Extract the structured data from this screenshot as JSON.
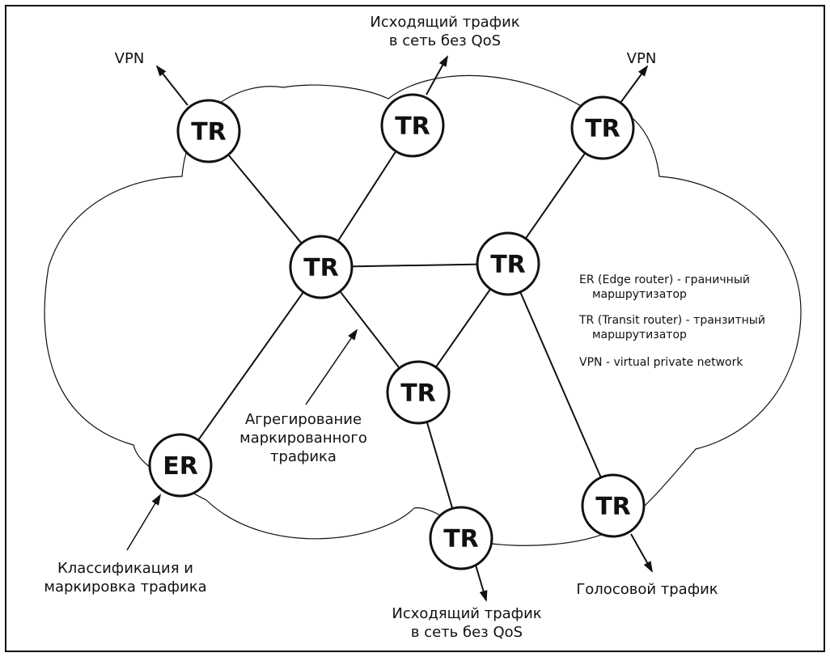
{
  "colors": {
    "stroke": "#111111",
    "background": "#ffffff"
  },
  "nodes": [
    {
      "id": "tr-vpn-left",
      "label": "TR"
    },
    {
      "id": "tr-top-center",
      "label": "TR"
    },
    {
      "id": "tr-vpn-right",
      "label": "TR"
    },
    {
      "id": "tr-core-left",
      "label": "TR"
    },
    {
      "id": "tr-core-right",
      "label": "TR"
    },
    {
      "id": "tr-middle",
      "label": "TR"
    },
    {
      "id": "er",
      "label": "ER"
    },
    {
      "id": "tr-bottom-center",
      "label": "TR"
    },
    {
      "id": "tr-bottom-right",
      "label": "TR"
    }
  ],
  "edges": [
    [
      "tr-vpn-left",
      "tr-core-left"
    ],
    [
      "tr-top-center",
      "tr-core-left"
    ],
    [
      "tr-core-left",
      "tr-core-right"
    ],
    [
      "tr-vpn-right",
      "tr-core-right"
    ],
    [
      "tr-core-left",
      "tr-middle"
    ],
    [
      "tr-core-right",
      "tr-middle"
    ],
    [
      "tr-core-left",
      "er"
    ],
    [
      "tr-middle",
      "tr-bottom-center"
    ],
    [
      "tr-core-right",
      "tr-bottom-right"
    ]
  ],
  "labels": {
    "vpn_left": "VPN",
    "vpn_right": "VPN",
    "top_outgoing": [
      "Исходящий трафик",
      "в сеть без QoS"
    ],
    "bottom_outgoing": [
      "Исходящий трафик",
      "в сеть без QoS"
    ],
    "aggregation": [
      "Агрегирование",
      "маркированного",
      "трафика"
    ],
    "classification": [
      "Классификация и",
      "маркировка трафика"
    ],
    "voice": "Голосовой трафик"
  },
  "legend": {
    "er_line1": "ER (Edge router) - граничный",
    "er_line2": "маршрутизатор",
    "tr_line1": "TR (Transit router) - транзитный",
    "tr_line2": "маршрутизатор",
    "vpn": "VPN - virtual private network"
  }
}
